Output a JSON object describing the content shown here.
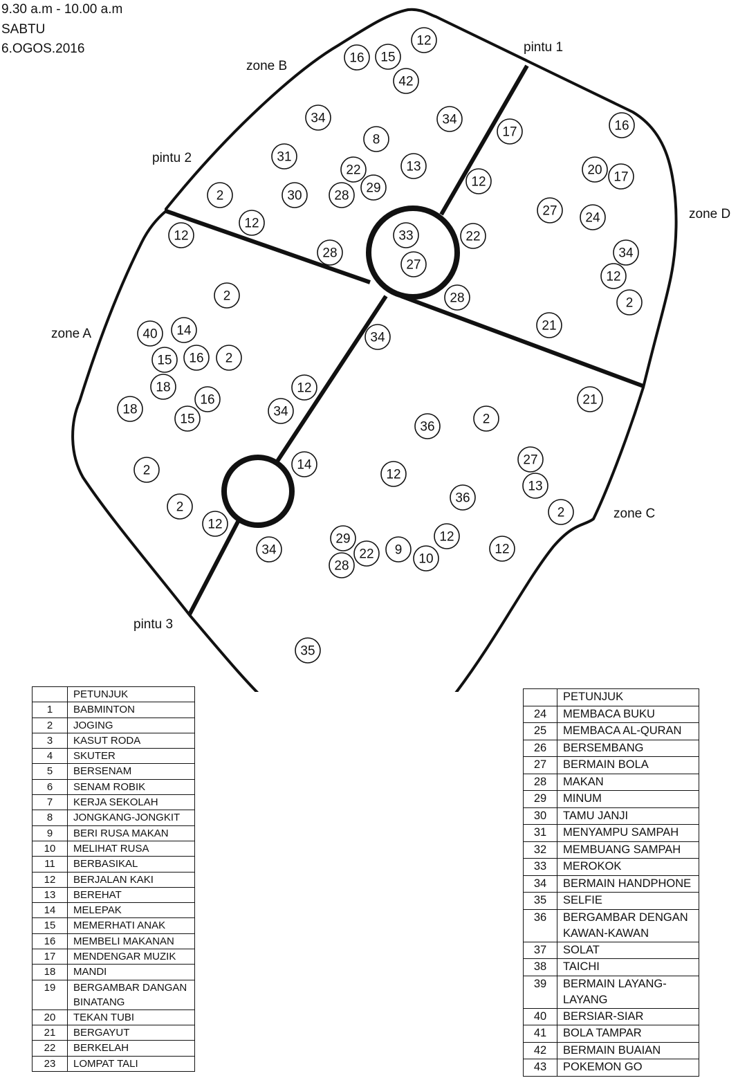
{
  "header": {
    "time": "9.30 a.m - 10.00 a.m",
    "day": "SABTU",
    "date": "6.OGOS.2016"
  },
  "labels": {
    "zone_a": "zone A",
    "zone_b": "zone B",
    "zone_c": "zone C",
    "zone_d": "zone D",
    "pintu_1": "pintu 1",
    "pintu_2": "pintu 2",
    "pintu_3": "pintu 3"
  },
  "markers": {
    "zone_b": [
      "12",
      "16",
      "15",
      "42",
      "34",
      "34",
      "8",
      "31",
      "22",
      "13",
      "29",
      "2",
      "30",
      "28",
      "12",
      "28",
      "33",
      "27"
    ],
    "zone_d": [
      "16",
      "17",
      "20",
      "17",
      "12",
      "27",
      "24",
      "22",
      "34",
      "12",
      "2",
      "28",
      "21"
    ],
    "zone_a": [
      "12",
      "2",
      "40",
      "14",
      "15",
      "16",
      "2",
      "18",
      "16",
      "18",
      "15",
      "34",
      "12",
      "2",
      "2",
      "12"
    ],
    "zone_c": [
      "34",
      "21",
      "36",
      "2",
      "14",
      "12",
      "27",
      "13",
      "36",
      "2",
      "29",
      "12",
      "34",
      "22",
      "9",
      "10",
      "12",
      "28",
      "35"
    ]
  },
  "legend_left": {
    "title": "PETUNJUK",
    "rows": [
      {
        "n": "1",
        "d": "BABMINTON"
      },
      {
        "n": "2",
        "d": "JOGING"
      },
      {
        "n": "3",
        "d": "KASUT RODA"
      },
      {
        "n": "4",
        "d": "SKUTER"
      },
      {
        "n": "5",
        "d": "BERSENAM"
      },
      {
        "n": "6",
        "d": "SENAM ROBIK"
      },
      {
        "n": "7",
        "d": "KERJA SEKOLAH"
      },
      {
        "n": "8",
        "d": "JONGKANG-JONGKIT"
      },
      {
        "n": "9",
        "d": "BERI RUSA MAKAN"
      },
      {
        "n": "10",
        "d": "MELIHAT RUSA"
      },
      {
        "n": "11",
        "d": "BERBASIKAL"
      },
      {
        "n": "12",
        "d": "BERJALAN KAKI"
      },
      {
        "n": "13",
        "d": "BEREHAT"
      },
      {
        "n": "14",
        "d": "MELEPAK"
      },
      {
        "n": "15",
        "d": "MEMERHATI ANAK"
      },
      {
        "n": "16",
        "d": "MEMBELI MAKANAN"
      },
      {
        "n": "17",
        "d": "MENDENGAR MUZIK"
      },
      {
        "n": "18",
        "d": "MANDI"
      },
      {
        "n": "19",
        "d": "BERGAMBAR DANGAN BINATANG"
      },
      {
        "n": "20",
        "d": "TEKAN TUBI"
      },
      {
        "n": "21",
        "d": "BERGAYUT"
      },
      {
        "n": "22",
        "d": "BERKELAH"
      },
      {
        "n": "23",
        "d": "LOMPAT TALI"
      }
    ]
  },
  "legend_right": {
    "title": "PETUNJUK",
    "rows": [
      {
        "n": "24",
        "d": "MEMBACA BUKU"
      },
      {
        "n": "25",
        "d": "MEMBACA AL-QURAN"
      },
      {
        "n": "26",
        "d": "BERSEMBANG"
      },
      {
        "n": "27",
        "d": "BERMAIN BOLA"
      },
      {
        "n": "28",
        "d": "MAKAN"
      },
      {
        "n": "29",
        "d": "MINUM"
      },
      {
        "n": "30",
        "d": "TAMU JANJI"
      },
      {
        "n": "31",
        "d": "MENYAMPU SAMPAH"
      },
      {
        "n": "32",
        "d": "MEMBUANG SAMPAH"
      },
      {
        "n": "33",
        "d": "MEROKOK"
      },
      {
        "n": "34",
        "d": "BERMAIN HANDPHONE"
      },
      {
        "n": "35",
        "d": "SELFIE"
      },
      {
        "n": "36",
        "d": "BERGAMBAR DENGAN KAWAN-KAWAN"
      },
      {
        "n": "37",
        "d": "SOLAT"
      },
      {
        "n": "38",
        "d": "TAICHI"
      },
      {
        "n": "39",
        "d": "BERMAIN LAYANG-LAYANG"
      },
      {
        "n": "40",
        "d": "BERSIAR-SIAR"
      },
      {
        "n": "41",
        "d": "BOLA TAMPAR"
      },
      {
        "n": "42",
        "d": "BERMAIN BUAIAN"
      },
      {
        "n": "43",
        "d": "POKEMON GO"
      }
    ]
  }
}
